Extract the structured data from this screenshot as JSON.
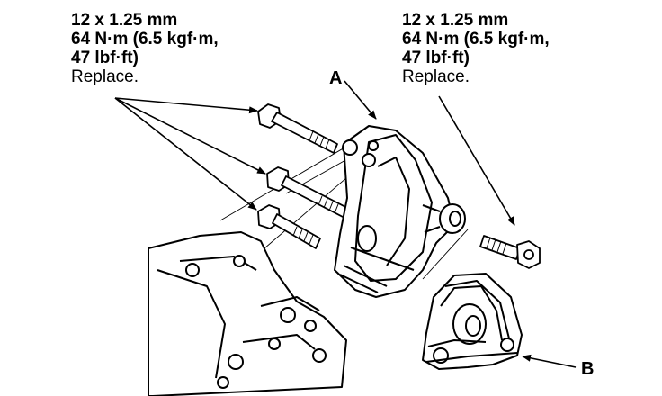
{
  "callout_left": {
    "size": "12 x 1.25 mm",
    "torque": "64 N·m (6.5 kgf·m,",
    "torque_ft": "47 lbf·ft)",
    "note": "Replace."
  },
  "callout_right": {
    "size": "12 x 1.25 mm",
    "torque": "64 N·m (6.5 kgf·m,",
    "torque_ft": "47 lbf·ft)",
    "note": "Replace."
  },
  "labels": {
    "a": "A",
    "b": "B"
  }
}
